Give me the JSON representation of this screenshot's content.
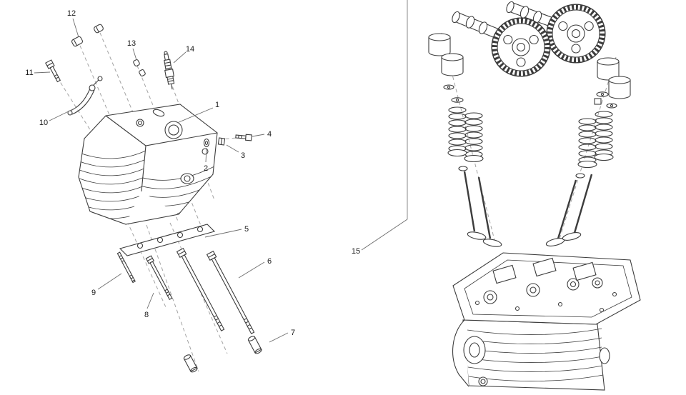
{
  "callouts": [
    {
      "label": "1"
    },
    {
      "label": "2"
    },
    {
      "label": "3"
    },
    {
      "label": "4"
    },
    {
      "label": "5"
    },
    {
      "label": "6"
    },
    {
      "label": "7"
    },
    {
      "label": "8"
    },
    {
      "label": "9"
    },
    {
      "label": "10"
    },
    {
      "label": "11"
    },
    {
      "label": "12"
    },
    {
      "label": "13"
    },
    {
      "label": "14"
    },
    {
      "label": "15"
    }
  ],
  "colors": {
    "line": "#3c3c3c",
    "guide": "#a3a3a3",
    "text": "#1c1c1c",
    "background": "#ffffff"
  }
}
